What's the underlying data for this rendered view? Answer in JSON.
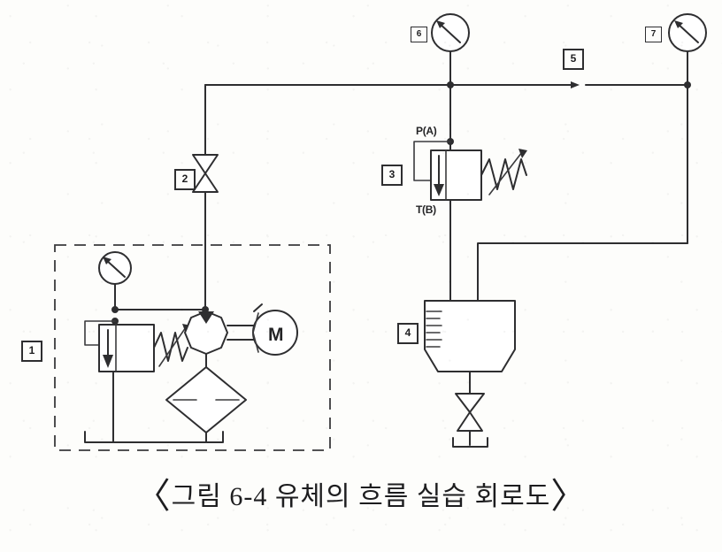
{
  "figure": {
    "caption_open": "〈",
    "caption_text": "그림 6-4  유체의 흐름 실습 회로도",
    "caption_close": "〉",
    "title": "유체의 흐름 실습 회로도",
    "figure_number": "6-4"
  },
  "colors": {
    "line": "#2e2e30",
    "paper": "#fdfdfb",
    "text": "#1e1e20"
  },
  "tags": {
    "power_unit": "1",
    "shutoff_valve": "2",
    "relief_valve": "3",
    "measuring_vessel": "4",
    "line_break": "5",
    "gauge_left": "6",
    "gauge_right": "7"
  },
  "components": {
    "power_unit": {
      "name": "유압 파워 유닛",
      "tag": "1",
      "gauge_label": "",
      "motor_label": "M",
      "parts": [
        "압력계",
        "릴리프 밸브",
        "유압 펌프",
        "전동기",
        "필터",
        "탱크"
      ]
    },
    "shutoff_valve": {
      "name": "개폐 밸브",
      "tag": "2"
    },
    "relief_valve": {
      "name": "릴리프 밸브",
      "tag": "3",
      "port_in": "P(A)",
      "port_out": "T(B)"
    },
    "measuring_vessel": {
      "name": "계량 용기",
      "tag": "4",
      "scale_marks": 6,
      "drain_valve": "드레인 밸브"
    },
    "line_break": {
      "name": "배관 분리점",
      "tag": "5"
    },
    "gauge_left": {
      "name": "압력계",
      "tag": "6"
    },
    "gauge_right": {
      "name": "압력계",
      "tag": "7"
    }
  }
}
